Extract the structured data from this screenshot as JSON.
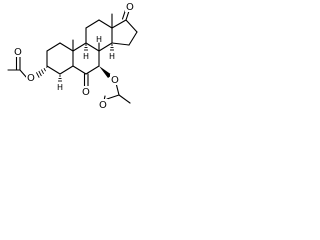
{
  "molecule": {
    "atoms": {
      "ketone_17_oxygen": "O",
      "acetate_3_ester_oxygen": "O",
      "acetate_3_carbonyl_oxygen": "O",
      "ketone_6_oxygen": "O",
      "acetate_7_ester_oxygen": "O",
      "acetate_7_carbonyl_oxygen": "O"
    },
    "hydrogens": {
      "h5": "H",
      "h8": "H",
      "h9": "H",
      "h14": "H"
    }
  }
}
